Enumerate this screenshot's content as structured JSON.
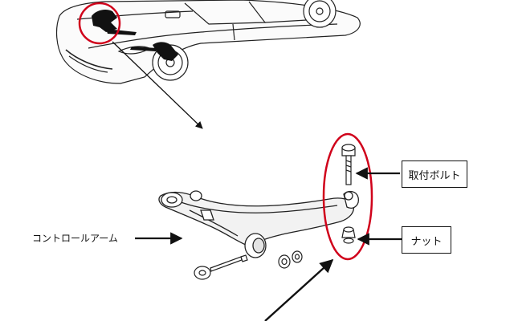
{
  "labels": {
    "bolt": "取付ボルト",
    "nut": "ナット",
    "control_arm": "コントロールアーム"
  },
  "colors": {
    "highlight": "#d0021b",
    "line": "#111111",
    "part_fill": "#f2f2f2"
  }
}
